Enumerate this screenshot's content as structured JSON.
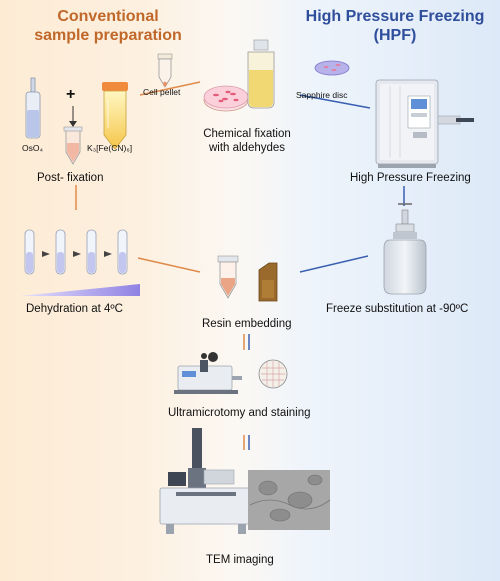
{
  "headers": {
    "conventional": [
      "Conventional",
      "sample preparation"
    ],
    "hpf": [
      "High Pressure Freezing",
      "(HPF)"
    ]
  },
  "labels": {
    "oso4": "OsO₄",
    "ferro": "K₃[Fe(CN)₆]",
    "plus": "+",
    "cell_pellet": "Cell pellet",
    "sapphire": "Sapphire disc",
    "chem_fix": [
      "Chemical fixation",
      "with aldehydes"
    ],
    "post_fix": "Post- fixation",
    "hpf_step": "High Pressure Freezing",
    "dehydration": "Dehydration at 4ºC",
    "resin": "Resin embedding",
    "freeze_sub": "Freeze substitution at -90ºC",
    "ultra": "Ultramicrotomy and staining",
    "tem": "TEM imaging"
  },
  "colors": {
    "conventional": "#c0682a",
    "hpf": "#2f4e9c",
    "orange_line": "#e08a4a",
    "blue_line": "#3a5fb0"
  }
}
